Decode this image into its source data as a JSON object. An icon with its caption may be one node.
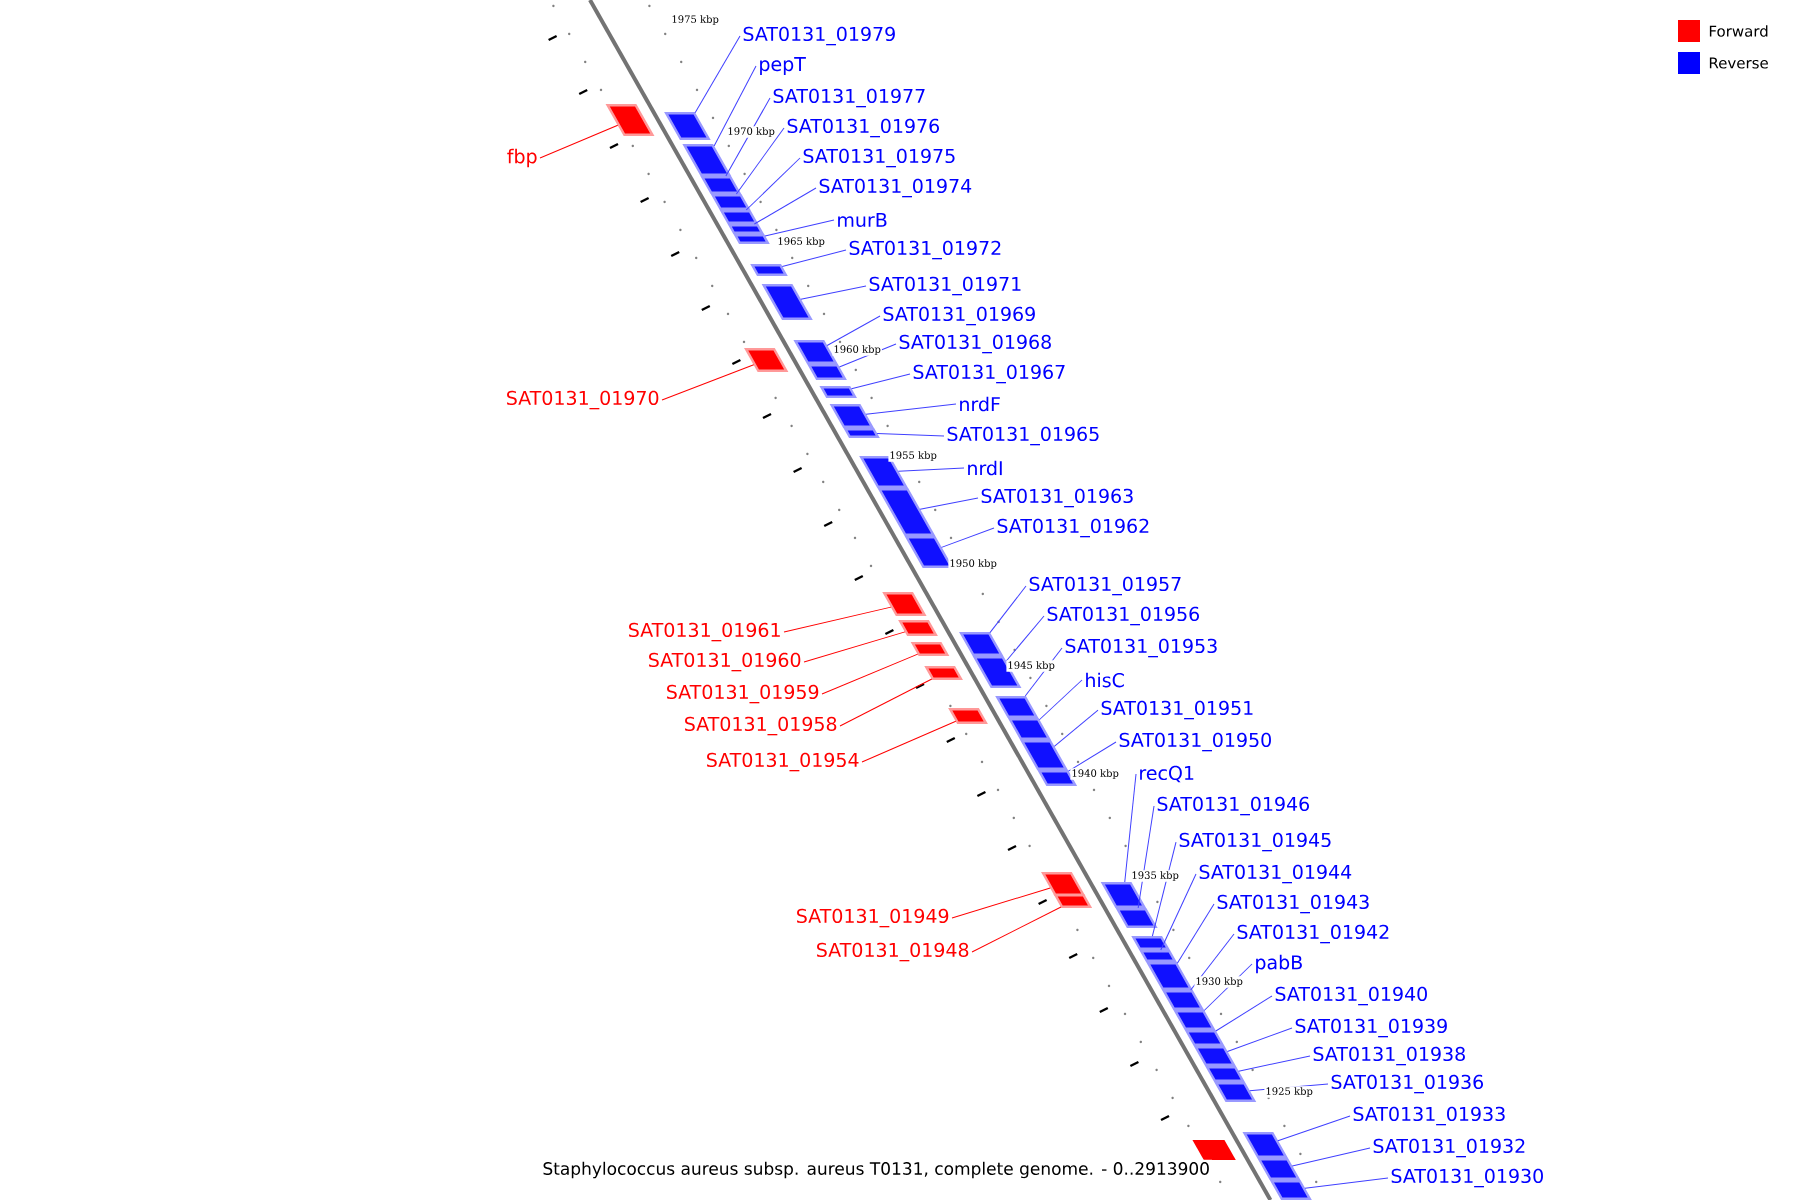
{
  "diagram": {
    "caption": "Staphylococcus aureus subsp. aureus T0131, complete genome. - 0..2913900",
    "nodes": [
      {
        "text": [
          "SAT0131_01979"
        ]
      },
      {
        "text": [
          "pepT"
        ]
      },
      {
        "text": [
          "SAT0131_01977"
        ]
      },
      {
        "text": [
          "SAT0131_01976"
        ]
      },
      {
        "text": [
          "fbp"
        ]
      },
      {
        "text": [
          "SAT0131_01975"
        ]
      },
      {
        "text": [
          "SAT0131_01974"
        ]
      },
      {
        "text": [
          "murB"
        ]
      },
      {
        "text": [
          "SAT0131_01972"
        ]
      },
      {
        "text": [
          "SAT0131_01971"
        ]
      },
      {
        "text": [
          "SAT0131_01969"
        ]
      },
      {
        "text": [
          "SAT0131_01968"
        ]
      },
      {
        "text": [
          "SAT0131_01967"
        ]
      },
      {
        "text": [
          "SAT0131_01970"
        ]
      },
      {
        "text": [
          "nrdF"
        ]
      },
      {
        "text": [
          "SAT0131_01965"
        ]
      },
      {
        "text": [
          "nrdI"
        ]
      },
      {
        "text": [
          "SAT0131_01963"
        ]
      },
      {
        "text": [
          "SAT0131_01962"
        ]
      },
      {
        "text": [
          "SAT0131_01957"
        ]
      },
      {
        "text": [
          "SAT0131_01956"
        ]
      },
      {
        "text": [
          "SAT0131_01961"
        ]
      },
      {
        "text": [
          "SAT0131_01953"
        ]
      },
      {
        "text": [
          "SAT0131_01960"
        ]
      },
      {
        "text": [
          "hisC"
        ]
      },
      {
        "text": [
          "SAT0131_01959"
        ]
      },
      {
        "text": [
          "SAT0131_01951"
        ]
      },
      {
        "text": [
          "SAT0131_01958"
        ]
      },
      {
        "text": [
          "SAT0131_01950"
        ]
      },
      {
        "text": [
          "SAT0131_01954"
        ]
      },
      {
        "text": [
          "recQ1"
        ]
      },
      {
        "text": [
          "SAT0131_01946"
        ]
      },
      {
        "text": [
          "SAT0131_01945"
        ]
      },
      {
        "text": [
          "SAT0131_01944"
        ]
      },
      {
        "text": [
          "SAT0131_01943"
        ]
      },
      {
        "text": [
          "SAT0131_01949"
        ]
      },
      {
        "text": [
          "SAT0131_01942"
        ]
      },
      {
        "text": [
          "SAT0131_01948"
        ]
      },
      {
        "text": [
          "pabB"
        ]
      },
      {
        "text": [
          "SAT0131_01940"
        ]
      },
      {
        "text": [
          "SAT0131_01939"
        ]
      },
      {
        "text": [
          "SAT0131_01938"
        ]
      },
      {
        "text": [
          "SAT0131_01936"
        ]
      },
      {
        "text": [
          "SAT0131_01933"
        ]
      },
      {
        "text": [
          "SAT0131_01932"
        ]
      },
      {
        "text": [
          "SAT0131_01930"
        ]
      },
      {
        "text": [],
        "shape": "box"
      },
      {
        "text": [],
        "shape": "box"
      },
      {
        "text": [],
        "shape": "box"
      },
      {
        "text": [],
        "shape": "box"
      },
      {
        "text": [],
        "shape": "box"
      },
      {
        "text": [],
        "shape": "box"
      },
      {
        "text": [],
        "shape": "box"
      },
      {
        "text": [],
        "shape": "box"
      },
      {
        "text": [],
        "shape": "box"
      },
      {
        "text": [],
        "shape": "box"
      },
      {
        "text": [],
        "shape": "box"
      },
      {
        "text": [],
        "shape": "box"
      },
      {
        "text": [],
        "shape": "box"
      },
      {
        "text": [],
        "shape": "box"
      },
      {
        "text": [],
        "shape": "box"
      },
      {
        "text": [],
        "shape": "box"
      },
      {
        "text": [],
        "shape": "box"
      },
      {
        "text": [],
        "shape": "box"
      },
      {
        "text": [],
        "shape": "box"
      },
      {
        "text": [],
        "shape": "box"
      },
      {
        "text": [],
        "shape": "box"
      },
      {
        "text": [],
        "shape": "box"
      },
      {
        "text": [],
        "shape": "box"
      },
      {
        "text": [],
        "shape": "box"
      },
      {
        "text": [],
        "shape": "box"
      },
      {
        "text": [],
        "shape": "box"
      },
      {
        "text": [],
        "shape": "box"
      },
      {
        "text": [],
        "shape": "box"
      },
      {
        "text": [],
        "shape": "box"
      },
      {
        "text": [],
        "shape": "box"
      },
      {
        "text": [],
        "shape": "box"
      },
      {
        "text": [],
        "shape": "box"
      },
      {
        "text": [],
        "shape": "box"
      },
      {
        "text": [],
        "shape": "box"
      },
      {
        "text": [],
        "shape": "box"
      },
      {
        "text": [],
        "shape": "box"
      },
      {
        "text": [],
        "shape": "box"
      },
      {
        "text": [],
        "shape": "box"
      },
      {
        "text": [],
        "shape": "box"
      },
      {
        "text": [],
        "shape": "box"
      },
      {
        "text": [],
        "shape": "box"
      },
      {
        "text": [],
        "shape": "box"
      },
      {
        "text": [],
        "shape": "box"
      },
      {
        "text": [],
        "shape": "box"
      },
      {
        "text": [],
        "shape": "box"
      },
      {
        "text": [],
        "shape": "box"
      }
    ],
    "edges": [
      {
        "from": 0,
        "to": 46,
        "arrow": "none"
      },
      {
        "from": 1,
        "to": 47,
        "arrow": "none"
      },
      {
        "from": 2,
        "to": 48,
        "arrow": "none"
      },
      {
        "from": 3,
        "to": 49,
        "arrow": "none"
      },
      {
        "from": 4,
        "to": 50,
        "arrow": "none",
        "color": "#ff0000"
      },
      {
        "from": 5,
        "to": 51,
        "arrow": "none"
      },
      {
        "from": 6,
        "to": 52,
        "arrow": "none"
      },
      {
        "from": 7,
        "to": 53,
        "arrow": "none"
      },
      {
        "from": 8,
        "to": 54,
        "arrow": "none"
      },
      {
        "from": 9,
        "to": 55,
        "arrow": "none"
      },
      {
        "from": 10,
        "to": 56,
        "arrow": "none"
      },
      {
        "from": 11,
        "to": 57,
        "arrow": "none"
      },
      {
        "from": 12,
        "to": 58,
        "arrow": "none"
      },
      {
        "from": 13,
        "to": 59,
        "arrow": "none",
        "color": "#ff0000"
      },
      {
        "from": 14,
        "to": 60,
        "arrow": "none"
      },
      {
        "from": 15,
        "to": 61,
        "arrow": "none"
      },
      {
        "from": 16,
        "to": 62,
        "arrow": "none"
      },
      {
        "from": 17,
        "to": 63,
        "arrow": "none"
      },
      {
        "from": 18,
        "to": 64,
        "arrow": "none"
      },
      {
        "from": 19,
        "to": 65,
        "arrow": "none"
      },
      {
        "from": 20,
        "to": 66,
        "arrow": "none"
      },
      {
        "from": 21,
        "to": 67,
        "arrow": "none",
        "color": "#ff0000"
      },
      {
        "from": 22,
        "to": 68,
        "arrow": "none"
      },
      {
        "from": 23,
        "to": 69,
        "arrow": "none",
        "color": "#ff0000"
      },
      {
        "from": 24,
        "to": 70,
        "arrow": "none"
      },
      {
        "from": 25,
        "to": 71,
        "arrow": "none",
        "color": "#ff0000"
      },
      {
        "from": 26,
        "to": 72,
        "arrow": "none"
      },
      {
        "from": 27,
        "to": 73,
        "arrow": "none",
        "color": "#ff0000"
      },
      {
        "from": 28,
        "to": 74,
        "arrow": "none"
      },
      {
        "from": 29,
        "to": 75,
        "arrow": "none",
        "color": "#ff0000"
      },
      {
        "from": 30,
        "to": 76,
        "arrow": "none"
      },
      {
        "from": 31,
        "to": 77,
        "arrow": "none"
      },
      {
        "from": 32,
        "to": 78,
        "arrow": "none"
      },
      {
        "from": 33,
        "to": 79,
        "arrow": "none"
      },
      {
        "from": 34,
        "to": 80,
        "arrow": "none"
      },
      {
        "from": 35,
        "to": 81,
        "arrow": "none",
        "color": "#ff0000"
      },
      {
        "from": 36,
        "to": 82,
        "arrow": "none"
      },
      {
        "from": 37,
        "to": 83,
        "arrow": "none",
        "color": "#ff0000"
      },
      {
        "from": 38,
        "to": 84,
        "arrow": "none"
      },
      {
        "from": 39,
        "to": 85,
        "arrow": "none"
      },
      {
        "from": 40,
        "to": 86,
        "arrow": "none"
      },
      {
        "from": 41,
        "to": 87,
        "arrow": "none"
      },
      {
        "from": 42,
        "to": 88,
        "arrow": "none"
      },
      {
        "from": 43,
        "to": 89,
        "arrow": "none"
      },
      {
        "from": 44,
        "to": 90,
        "arrow": "none"
      },
      {
        "from": 45,
        "to": 91,
        "arrow": "none"
      }
    ],
    "labels": [
      "1975 kbp",
      "1970 kbp",
      "1965 kbp",
      "1960 kbp",
      "1955 kbp",
      "1950 kbp",
      "1945 kbp",
      "1940 kbp",
      "1935 kbp",
      "1930 kbp",
      "1925 kbp"
    ],
    "legend": [
      {
        "text": "Forward",
        "color": "#ff0000"
      },
      {
        "text": "Reverse",
        "color": "#0000ff"
      }
    ]
  }
}
